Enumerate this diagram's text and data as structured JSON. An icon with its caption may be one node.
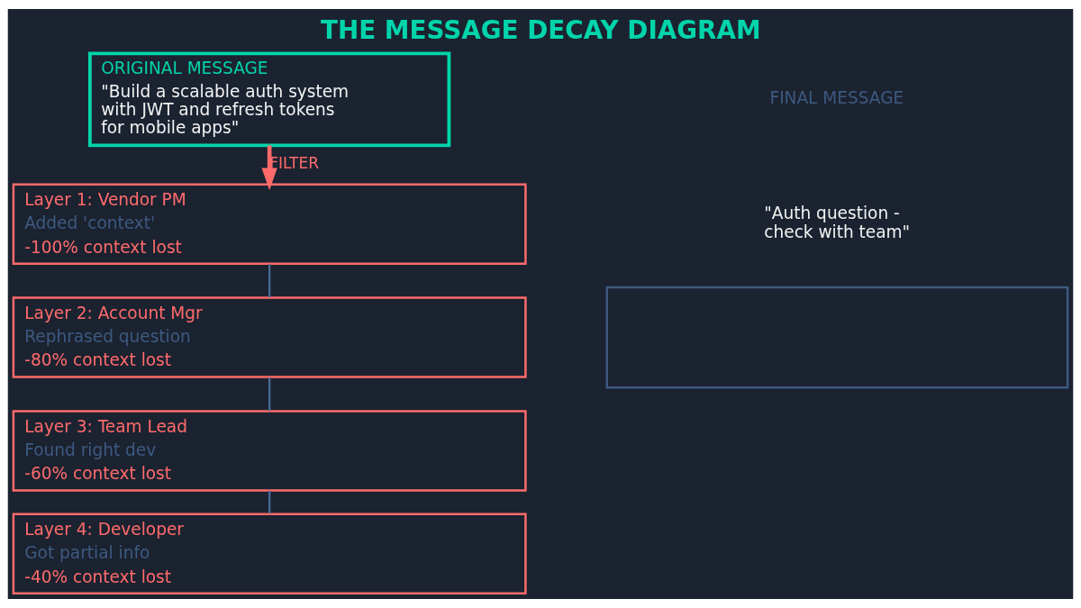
{
  "diagram": {
    "title": "THE MESSAGE DECAY DIAGRAM",
    "nodes": [
      {
        "text": [
          "ORIGINAL MESSAGE",
          "\"Build a scalable auth system with JWT and refresh tokens for mobile apps\""
        ]
      },
      {
        "text": [
          "Layer 1: Vendor PM",
          "Added 'context'",
          "-100% context lost"
        ]
      },
      {
        "text": [
          "Layer 2: Account Mgr",
          "Rephrased question",
          "-80% context lost"
        ]
      },
      {
        "text": [
          "Layer 3: Team Lead",
          "Found right dev",
          "-60% context lost"
        ]
      },
      {
        "text": [
          "Layer 4: Developer",
          "Got partial info",
          "-40% context lost"
        ]
      },
      {
        "text": [],
        "shape": "box"
      }
    ],
    "edges": [
      {
        "from": 0,
        "to": 1,
        "arrow": "to",
        "label": "FILTER",
        "style": "thick",
        "color": "#ff6b6b"
      },
      {
        "from": 1,
        "to": 2,
        "arrow": "none"
      },
      {
        "from": 2,
        "to": 3,
        "arrow": "none"
      },
      {
        "from": 3,
        "to": 4,
        "arrow": "none"
      }
    ],
    "labels": [
      "FINAL MESSAGE",
      "\"Auth question - check with team\""
    ]
  }
}
